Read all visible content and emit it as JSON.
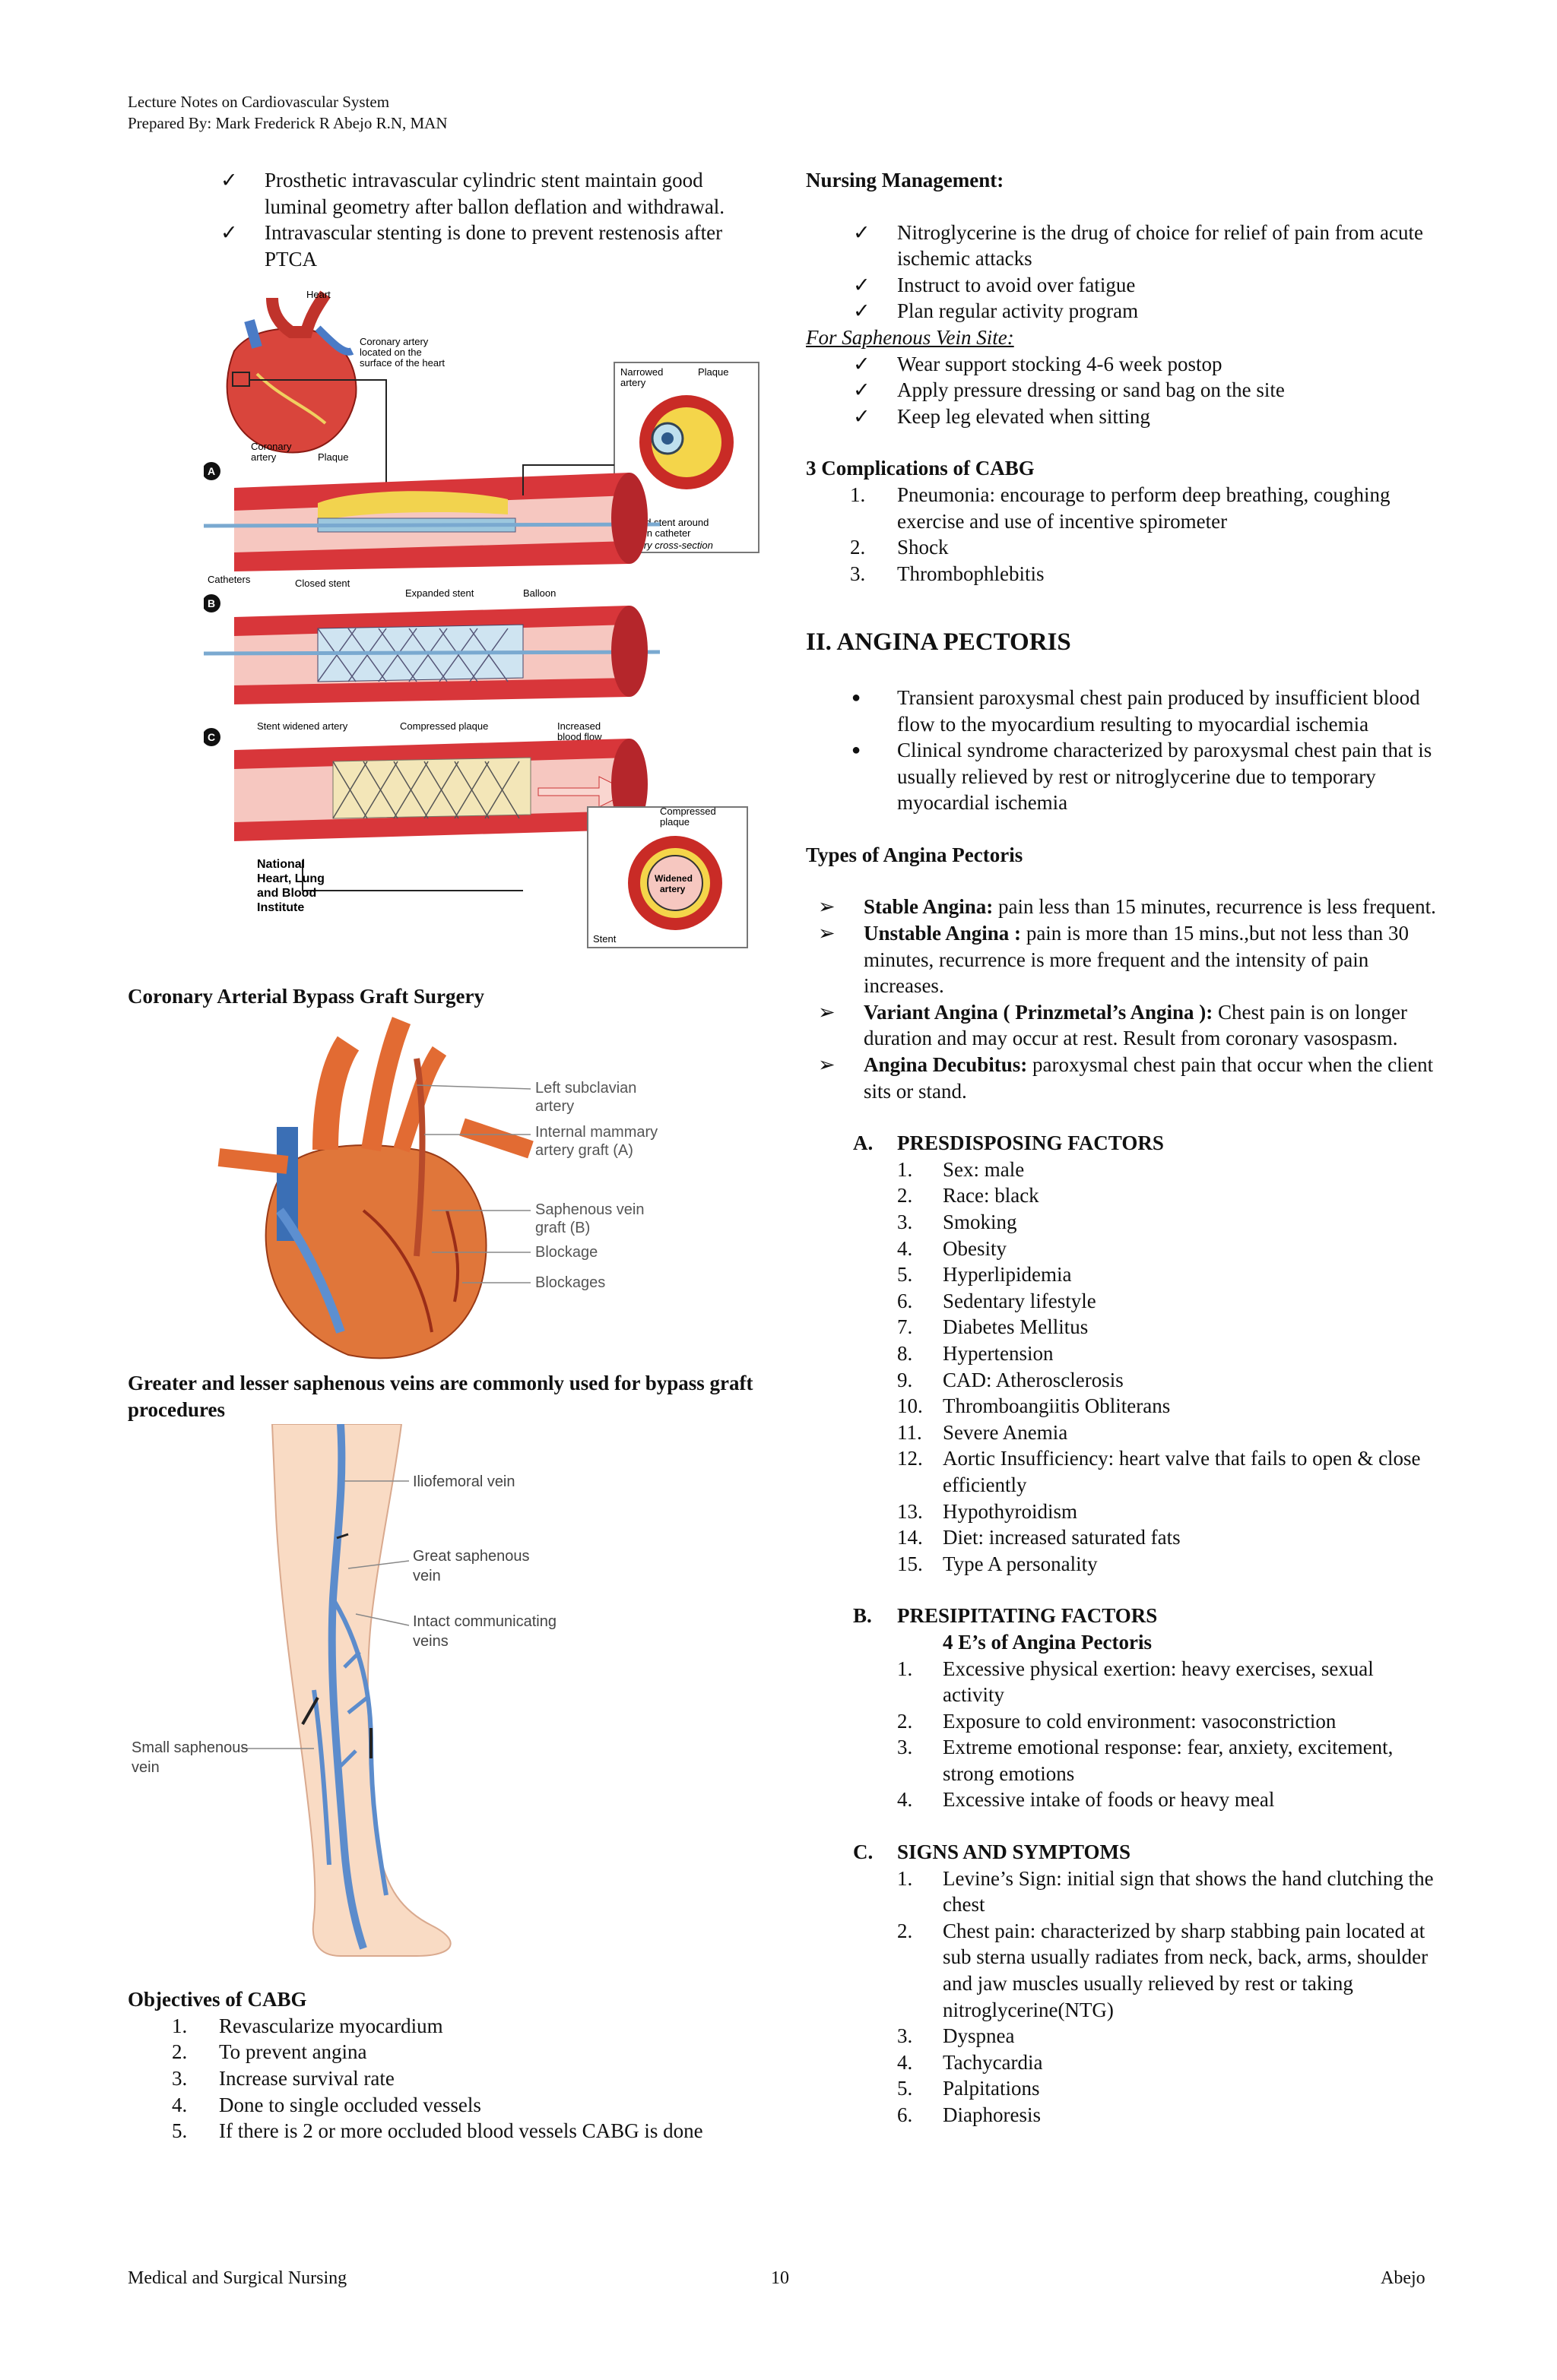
{
  "header": {
    "line1": "Lecture Notes on Cardiovascular System",
    "line2": "Prepared By: Mark Frederick R Abejo R.N, MAN"
  },
  "left": {
    "stent_points": [
      "Prosthetic intravascular cylindric stent maintain good luminal geometry after ballon deflation and withdrawal.",
      "Intravascular stenting is done to prevent restenosis after PTCA"
    ],
    "fig1": {
      "heart": "Heart",
      "coronary_artery_note": [
        "Coronary artery",
        "located on the",
        "surface of the heart"
      ],
      "coronary_artery": [
        "Coronary",
        "artery"
      ],
      "plaque": "Plaque",
      "narrowed_artery": [
        "Narrowed",
        "artery"
      ],
      "closed_stent_around": [
        "Closed stent around",
        "balloon catheter"
      ],
      "artery_cross_section": "Artery cross-section",
      "label_a": "A",
      "label_b": "B",
      "label_c": "C",
      "catheters": "Catheters",
      "closed_stent": "Closed stent",
      "expanded_stent": "Expanded stent",
      "balloon": "Balloon",
      "stent_widened_artery": "Stent widened artery",
      "compressed_plaque": "Compressed plaque",
      "increased_blood_flow": [
        "Increased",
        "blood flow"
      ],
      "compressed_plaque2": [
        "Compressed",
        "plaque"
      ],
      "widened_artery": [
        "Widened",
        "artery"
      ],
      "stent": "Stent",
      "institute": [
        "National",
        "Heart, Lung",
        "and Blood",
        "Institute"
      ]
    },
    "cabg_title": "Coronary Arterial Bypass Graft Surgery",
    "fig2": {
      "l1": [
        "Left subclavian",
        "artery"
      ],
      "l2": [
        "Internal mammary",
        "artery graft (A)"
      ],
      "l3": [
        "Saphenous vein",
        "graft (B)"
      ],
      "l4": "Blockage",
      "l5": "Blockages"
    },
    "saphenous_title": "Greater and lesser saphenous veins are commonly used for bypass graft procedures",
    "fig3": {
      "l1": "Iliofemoral vein",
      "l2": [
        "Great saphenous",
        "vein"
      ],
      "l3": [
        "Intact communicating",
        "veins"
      ],
      "l4": [
        "Small saphenous",
        "vein"
      ]
    },
    "objectives_title": "Objectives of CABG",
    "objectives": [
      "Revascularize myocardium",
      "To prevent angina",
      "Increase survival rate",
      "Done to single occluded vessels",
      "If there is 2 or more occluded blood vessels CABG is done"
    ]
  },
  "right": {
    "nursing_title": "Nursing Management:",
    "nursing": [
      "Nitroglycerine is the drug of choice for relief of pain from acute ischemic attacks",
      "Instruct to avoid over fatigue",
      "Plan regular activity program"
    ],
    "saphenous_site": "For Saphenous Vein Site:",
    "saphenous_items": [
      "Wear support stocking 4-6 week postop",
      "Apply pressure dressing or sand bag on the site",
      "Keep leg elevated when sitting"
    ],
    "complications_title": "3 Complications of CABG",
    "complications": [
      "Pneumonia: encourage to perform deep breathing, coughing exercise and use of incentive spirometer",
      "Shock",
      "Thrombophlebitis"
    ],
    "angina_title": "II. ANGINA PECTORIS",
    "angina_bullets": [
      "Transient paroxysmal chest pain produced by insufficient blood flow to the myocardium resulting to myocardial ischemia",
      "Clinical syndrome characterized by paroxysmal chest pain that is usually relieved by rest or nitroglycerine due to temporary myocardial ischemia"
    ],
    "types_title": "Types of Angina Pectoris",
    "types": [
      {
        "term": "Stable Angina:",
        "desc": " pain less than 15 minutes, recurrence is less frequent."
      },
      {
        "term": "Unstable Angina :",
        "desc": " pain is more than 15 mins.,but not less than 30 minutes, recurrence is more frequent and the intensity of pain increases."
      },
      {
        "term": "Variant Angina ( Prinzmetal’s Angina ):",
        "desc": " Chest pain is on longer duration and may occur at rest. Result from coronary vasospasm."
      },
      {
        "term": "Angina Decubitus:",
        "desc": " paroxysmal chest pain that occur when the client sits or stand."
      }
    ],
    "predisposing_title": "PRESDISPOSING FACTORS",
    "predisposing": [
      "Sex: male",
      "Race: black",
      "Smoking",
      "Obesity",
      "Hyperlipidemia",
      "Sedentary lifestyle",
      "Diabetes Mellitus",
      "Hypertension",
      "CAD: Atherosclerosis",
      "Thromboangiitis Obliterans",
      "Severe Anemia",
      "Aortic Insufficiency: heart valve that fails to open & close efficiently",
      "Hypothyroidism",
      "Diet: increased saturated fats",
      "Type A personality"
    ],
    "precipitating_title": "PRESIPITATING FACTORS",
    "four_es": "4 E’s of Angina Pectoris",
    "precipitating": [
      "Excessive physical exertion: heavy exercises, sexual activity",
      "Exposure to cold environment: vasoconstriction",
      "Extreme emotional response: fear, anxiety, excitement, strong emotions",
      "Excessive intake of foods or heavy meal"
    ],
    "signs_title": "SIGNS AND SYMPTOMS",
    "signs": [
      "Levine’s Sign: initial sign that shows the hand clutching the chest",
      "Chest pain: characterized by sharp stabbing pain located at sub sterna usually radiates from neck, back, arms, shoulder and jaw muscles usually relieved by rest or taking nitroglycerine(NTG)",
      "Dyspnea",
      "Tachycardia",
      "Palpitations",
      "Diaphoresis"
    ]
  },
  "footer": {
    "left": "Medical and Surgical Nursing",
    "page": "10",
    "right": "Abejo"
  }
}
